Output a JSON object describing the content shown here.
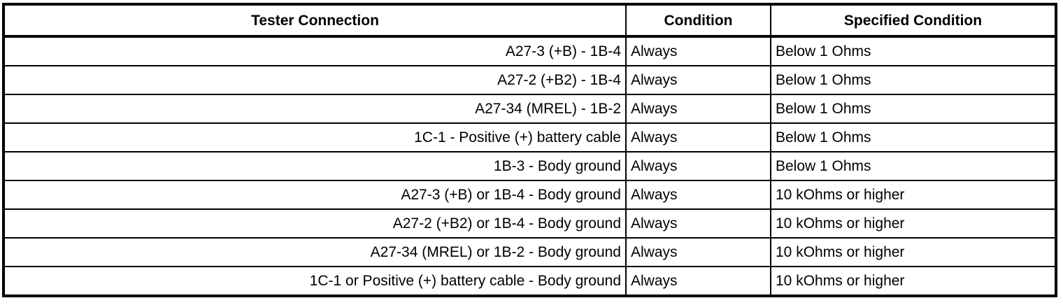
{
  "table": {
    "headers": {
      "connection": "Tester Connection",
      "condition": "Condition",
      "specified": "Specified Condition"
    },
    "rows": [
      {
        "connection": "A27-3 (+B) - 1B-4",
        "condition": "Always",
        "specified": "Below 1 Ohms"
      },
      {
        "connection": "A27-2 (+B2) - 1B-4",
        "condition": "Always",
        "specified": "Below 1 Ohms"
      },
      {
        "connection": "A27-34 (MREL) - 1B-2",
        "condition": "Always",
        "specified": "Below 1 Ohms"
      },
      {
        "connection": "1C-1 - Positive (+) battery cable",
        "condition": "Always",
        "specified": "Below 1 Ohms"
      },
      {
        "connection": "1B-3 - Body ground",
        "condition": "Always",
        "specified": "Below 1 Ohms"
      },
      {
        "connection": "A27-3 (+B) or 1B-4 - Body ground",
        "condition": "Always",
        "specified": "10 kOhms or higher"
      },
      {
        "connection": "A27-2 (+B2) or 1B-4 - Body ground",
        "condition": "Always",
        "specified": "10 kOhms or higher"
      },
      {
        "connection": "A27-34 (MREL) or 1B-2 - Body ground",
        "condition": "Always",
        "specified": "10 kOhms or higher"
      },
      {
        "connection": "1C-1 or Positive (+) battery cable - Body ground",
        "condition": "Always",
        "specified": "10 kOhms or higher"
      }
    ]
  },
  "colors": {
    "border": "#000000",
    "text": "#000000",
    "background": "#ffffff"
  }
}
